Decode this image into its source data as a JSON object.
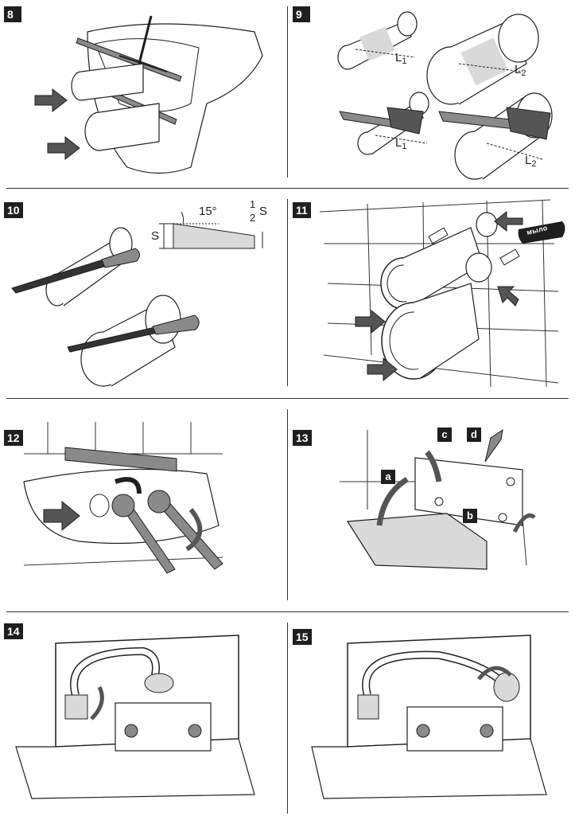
{
  "steps": [
    {
      "number": "8"
    },
    {
      "number": "9",
      "labels": {
        "l1_top": "L",
        "l1_top_sub": "1",
        "l2_top": "L",
        "l2_top_sub": "2",
        "l1_bottom": "L",
        "l1_bottom_sub": "1",
        "l2_bottom": "L",
        "l2_bottom_sub": "2"
      }
    },
    {
      "number": "10",
      "labels": {
        "angle": "15°",
        "frac_num": "1",
        "frac_den": "2",
        "frac_s": "S",
        "s_left": "S"
      }
    },
    {
      "number": "11",
      "labels": {
        "soap": "мыло"
      }
    },
    {
      "number": "12"
    },
    {
      "number": "13",
      "labels": {
        "a": "a",
        "b": "b",
        "c": "c",
        "d": "d"
      }
    },
    {
      "number": "14"
    },
    {
      "number": "15"
    }
  ],
  "colors": {
    "ink": "#1f1f1f",
    "arrow": "#555555",
    "tile_line": "#333333",
    "metal": "#8a8a8a",
    "pipe_fill": "#ffffff",
    "shade": "#d9d9d9"
  }
}
